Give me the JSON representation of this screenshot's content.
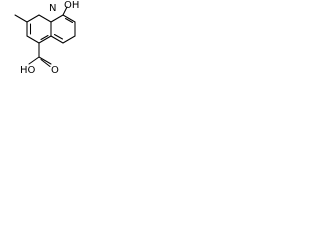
{
  "structure": {
    "atoms": {
      "ring_nitrogen": "N",
      "hydroxyl": "OH",
      "carbonyl_oxygen": "O",
      "acid_hydroxyl": "HO"
    }
  }
}
